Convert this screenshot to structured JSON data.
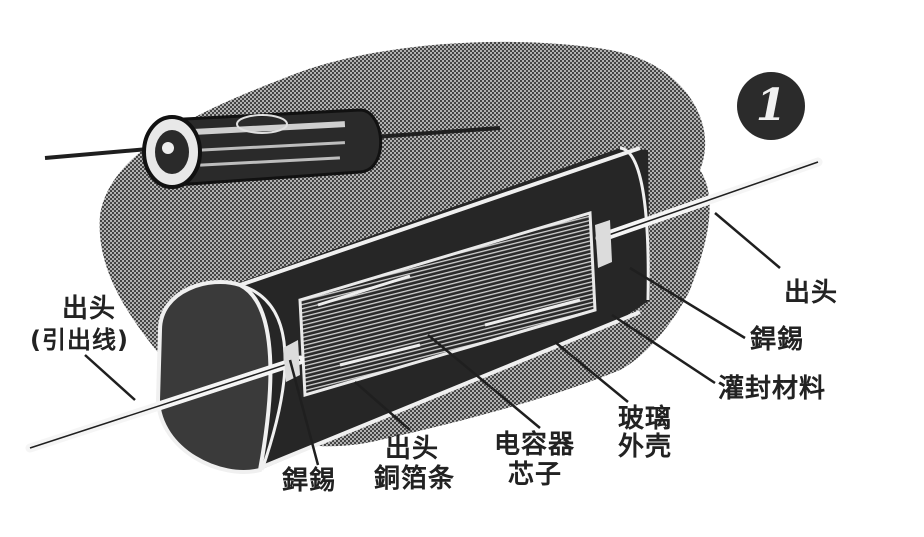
{
  "figure": {
    "number": "1",
    "subject": "capacitor cutaway illustration"
  },
  "labels": {
    "lead_left_line1": "出头",
    "lead_left_line2": "(引出线)",
    "lead_right": "出头",
    "solder_right": "銲錫",
    "potting_material": "灌封材料",
    "glass_shell_line1": "玻璃",
    "glass_shell_line2": "外壳",
    "capacitor_core_line1": "电容器",
    "capacitor_core_line2": "芯子",
    "lead_foil_line1": "出头",
    "lead_foil_line2": "銅箔条",
    "solder_left": "銲錫"
  },
  "colors": {
    "ink": "#1f1f1f",
    "halftone_bg": "#8a8a8a",
    "paper": "#ffffff",
    "foil": "#d9d9d9"
  }
}
